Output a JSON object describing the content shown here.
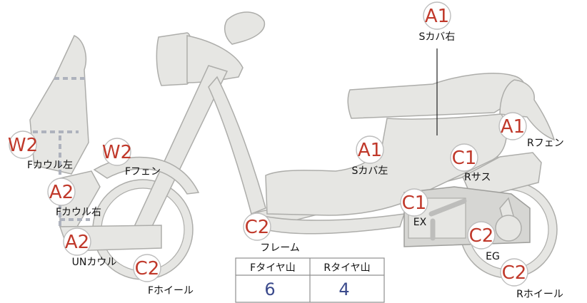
{
  "labels": [
    {
      "code": "A1",
      "name": "Sカバ右"
    },
    {
      "code": "A1",
      "name": "Sカバ左"
    },
    {
      "code": "A1",
      "name": "Rフェン"
    },
    {
      "code": "C1",
      "name": "Rサス"
    },
    {
      "code": "C1",
      "name": "EX"
    },
    {
      "code": "C2",
      "name": "EG"
    },
    {
      "code": "C2",
      "name": "Rホイール"
    },
    {
      "code": "C2",
      "name": "フレーム"
    },
    {
      "code": "C2",
      "name": "Fホイール"
    },
    {
      "code": "W2",
      "name": "Fカウル左"
    },
    {
      "code": "W2",
      "name": "Fフェン"
    },
    {
      "code": "A2",
      "name": "Fカウル右"
    },
    {
      "code": "A2",
      "name": "UNカウル"
    }
  ],
  "tread_table": {
    "headers": [
      "Fタイヤ山",
      "Rタイヤ山"
    ],
    "values": [
      "6",
      "4"
    ]
  },
  "colors": {
    "part_fill": "#e6e6e3",
    "part_stroke": "#adadaa",
    "code_text": "#c0392b",
    "table_value": "#3b4a8c",
    "dashed_line": "#aeb2bd"
  }
}
